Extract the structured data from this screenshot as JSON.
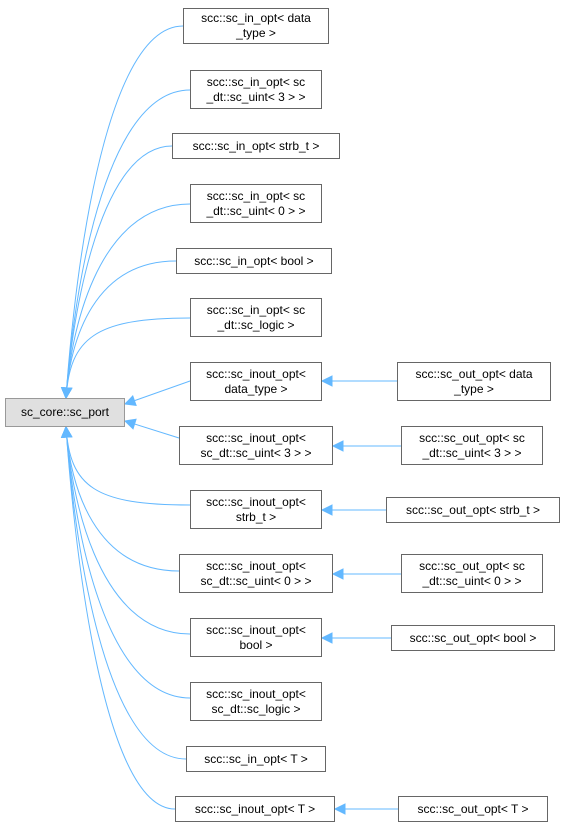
{
  "diagram": {
    "edge_color": "#63b8ff",
    "root_fill": "#e0e0e0",
    "root_label": "sc_core::sc_port",
    "nodes": [
      {
        "id": "in_data",
        "label": "scc::sc_in_opt< data\n_type >"
      },
      {
        "id": "in_uint3",
        "label": "scc::sc_in_opt< sc\n_dt::sc_uint< 3 > >"
      },
      {
        "id": "in_strb",
        "label": "scc::sc_in_opt< strb_t >"
      },
      {
        "id": "in_uint0",
        "label": "scc::sc_in_opt< sc\n_dt::sc_uint< 0 > >"
      },
      {
        "id": "in_bool",
        "label": "scc::sc_in_opt< bool >"
      },
      {
        "id": "in_logic",
        "label": "scc::sc_in_opt< sc\n_dt::sc_logic >"
      },
      {
        "id": "inout_data",
        "label": "scc::sc_inout_opt<\ndata_type >"
      },
      {
        "id": "inout_uint3",
        "label": "scc::sc_inout_opt<\nsc_dt::sc_uint< 3 > >"
      },
      {
        "id": "inout_strb",
        "label": "scc::sc_inout_opt<\nstrb_t >"
      },
      {
        "id": "inout_uint0",
        "label": "scc::sc_inout_opt<\nsc_dt::sc_uint< 0 > >"
      },
      {
        "id": "inout_bool",
        "label": "scc::sc_inout_opt<\nbool >"
      },
      {
        "id": "inout_logic",
        "label": "scc::sc_inout_opt<\nsc_dt::sc_logic >"
      },
      {
        "id": "in_T",
        "label": "scc::sc_in_opt< T >"
      },
      {
        "id": "inout_T",
        "label": "scc::sc_inout_opt< T >"
      },
      {
        "id": "out_data",
        "label": "scc::sc_out_opt< data\n_type >"
      },
      {
        "id": "out_uint3",
        "label": "scc::sc_out_opt< sc\n_dt::sc_uint< 3 > >"
      },
      {
        "id": "out_strb",
        "label": "scc::sc_out_opt< strb_t >"
      },
      {
        "id": "out_uint0",
        "label": "scc::sc_out_opt< sc\n_dt::sc_uint< 0 > >"
      },
      {
        "id": "out_bool",
        "label": "scc::sc_out_opt< bool >"
      },
      {
        "id": "out_T",
        "label": "scc::sc_out_opt< T >"
      }
    ],
    "edges": [
      {
        "from": "in_data",
        "to": "root"
      },
      {
        "from": "in_uint3",
        "to": "root"
      },
      {
        "from": "in_strb",
        "to": "root"
      },
      {
        "from": "in_uint0",
        "to": "root"
      },
      {
        "from": "in_bool",
        "to": "root"
      },
      {
        "from": "in_logic",
        "to": "root"
      },
      {
        "from": "inout_data",
        "to": "root"
      },
      {
        "from": "inout_uint3",
        "to": "root"
      },
      {
        "from": "inout_strb",
        "to": "root"
      },
      {
        "from": "inout_uint0",
        "to": "root"
      },
      {
        "from": "inout_bool",
        "to": "root"
      },
      {
        "from": "inout_logic",
        "to": "root"
      },
      {
        "from": "in_T",
        "to": "root"
      },
      {
        "from": "inout_T",
        "to": "root"
      },
      {
        "from": "out_data",
        "to": "inout_data"
      },
      {
        "from": "out_uint3",
        "to": "inout_uint3"
      },
      {
        "from": "out_strb",
        "to": "inout_strb"
      },
      {
        "from": "out_uint0",
        "to": "inout_uint0"
      },
      {
        "from": "out_bool",
        "to": "inout_bool"
      },
      {
        "from": "out_T",
        "to": "inout_T"
      }
    ]
  }
}
